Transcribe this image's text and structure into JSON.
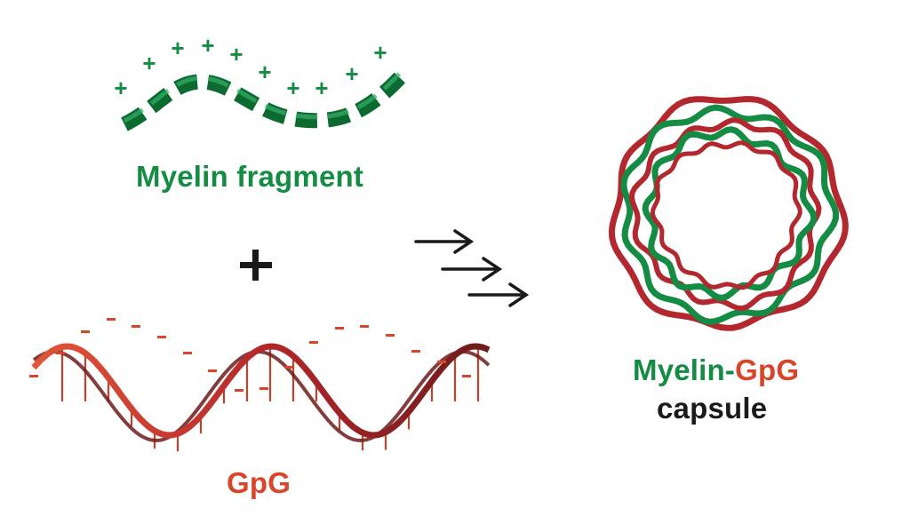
{
  "labels": {
    "myelin_fragment": "Myelin fragment",
    "gpg": "GpG",
    "capsule_part1": "Myelin-",
    "capsule_part2": "GpG",
    "capsule_line2": "capsule"
  },
  "symbols": {
    "plus": "+",
    "positive_charge": "+",
    "negative_charge": "-"
  },
  "colors": {
    "green": "#148c43",
    "green_dark": "#0c6a30",
    "red": "#d8452b",
    "red_dark": "#8a1b22",
    "black": "#1a1a1a"
  }
}
